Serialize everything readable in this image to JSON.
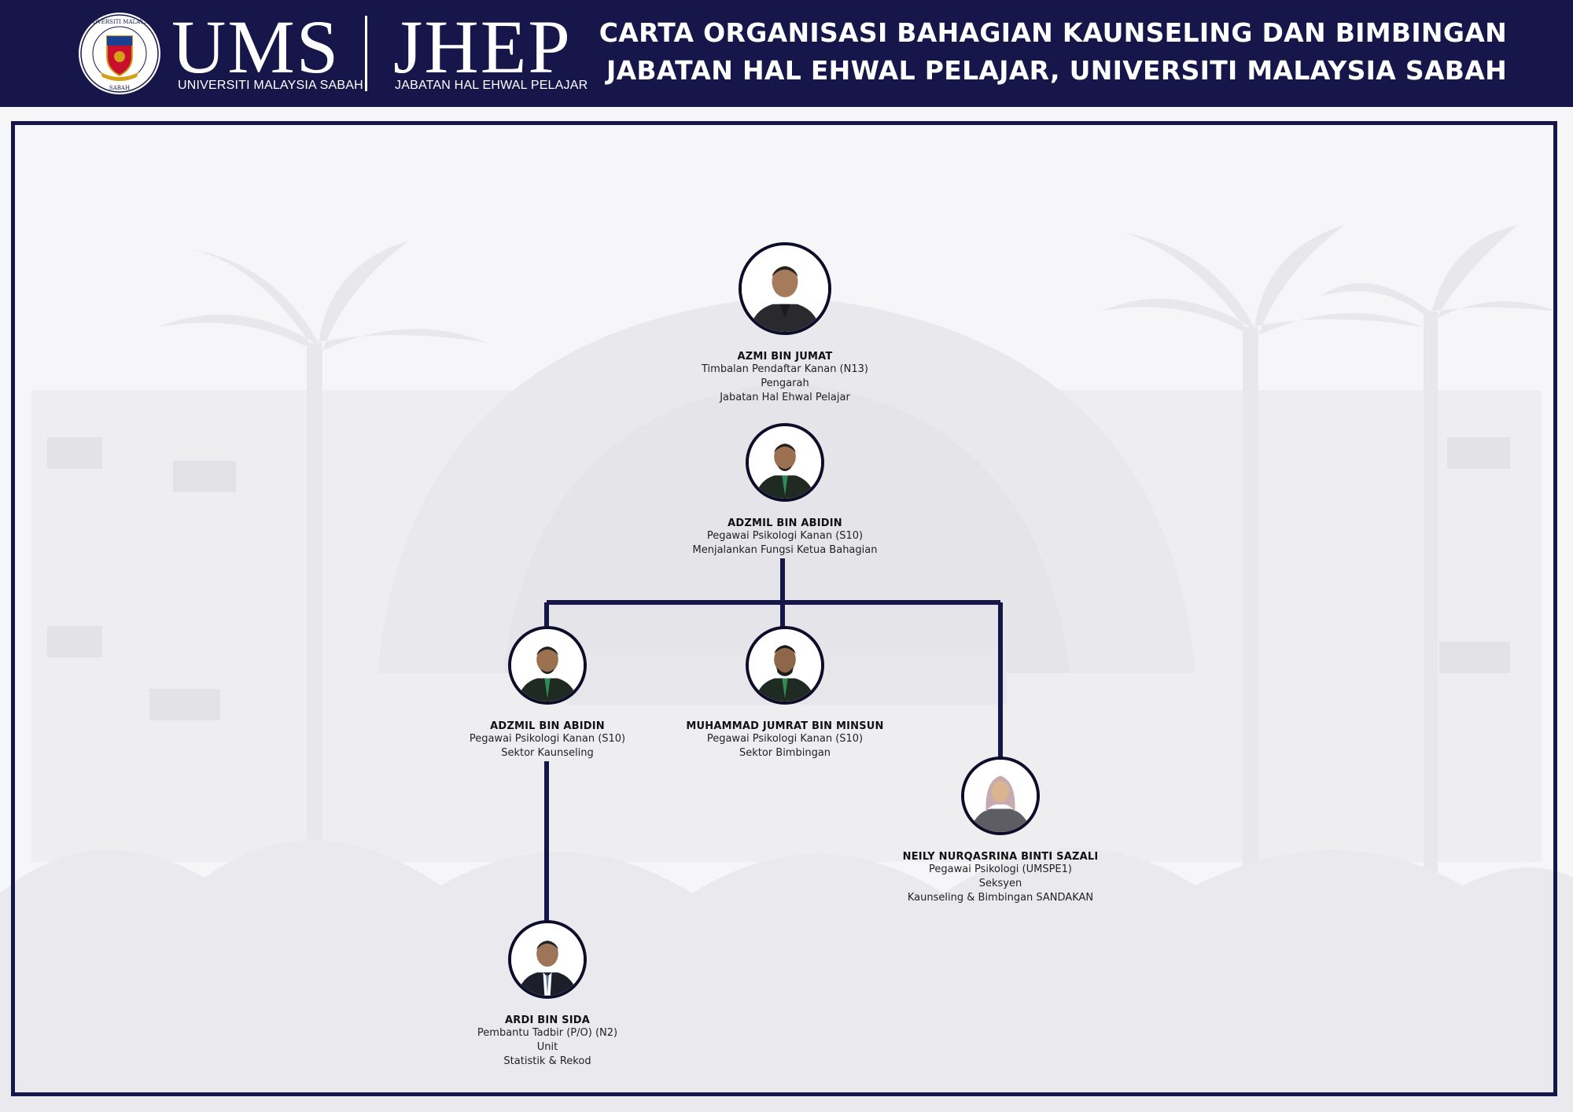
{
  "header": {
    "ums_logo_text": "UMS",
    "ums_subtitle": "UNIVERSITI MALAYSIA SABAH",
    "jhep_logo_text": "JHEP",
    "jhep_subtitle": "JABATAN HAL EHWAL PELAJAR",
    "seal_text_top": "UNIVERSITI MALAYSIA",
    "seal_text_bottom": "SABAH",
    "title_line1": "CARTA ORGANISASI BAHAGIAN KAUNSELING DAN BIMBINGAN",
    "title_line2": "JABATAN HAL EHWAL PELAJAR, UNIVERSITI MALAYSIA SABAH"
  },
  "colors": {
    "brand_navy": "#16164a",
    "frame_border": "#16164a",
    "connector": "#16164a",
    "avatar_border": "#0d0d2a",
    "background": "#ffffff"
  },
  "nodes": {
    "director": {
      "name": "AZMI BIN JUMAT",
      "lines": [
        "Timbalan Pendaftar Kanan (N13)",
        "Pengarah",
        "Jabatan Hal Ehwal Pelajar"
      ]
    },
    "head": {
      "name": "ADZMIL BIN ABIDIN",
      "lines": [
        "Pegawai Psikologi Kanan (S10)",
        "Menjalankan Fungsi Ketua Bahagian"
      ]
    },
    "counseling": {
      "name": "ADZMIL BIN ABIDIN",
      "lines": [
        "Pegawai Psikologi Kanan (S10)",
        "Sektor Kaunseling"
      ]
    },
    "guidance": {
      "name": "MUHAMMAD JUMRAT BIN MINSUN",
      "lines": [
        "Pegawai Psikologi Kanan (S10)",
        "Sektor Bimbingan"
      ]
    },
    "sandakan": {
      "name": "NEILY NURQASRINA BINTI SAZALI",
      "lines": [
        "Pegawai Psikologi (UMSPE1)",
        "Seksyen",
        "Kaunseling & Bimbingan SANDAKAN"
      ]
    },
    "statistics": {
      "name": "ARDI BIN SIDA",
      "lines": [
        "Pembantu Tadbir (P/O) (N2)",
        "Unit",
        "Statistik & Rekod"
      ]
    }
  }
}
